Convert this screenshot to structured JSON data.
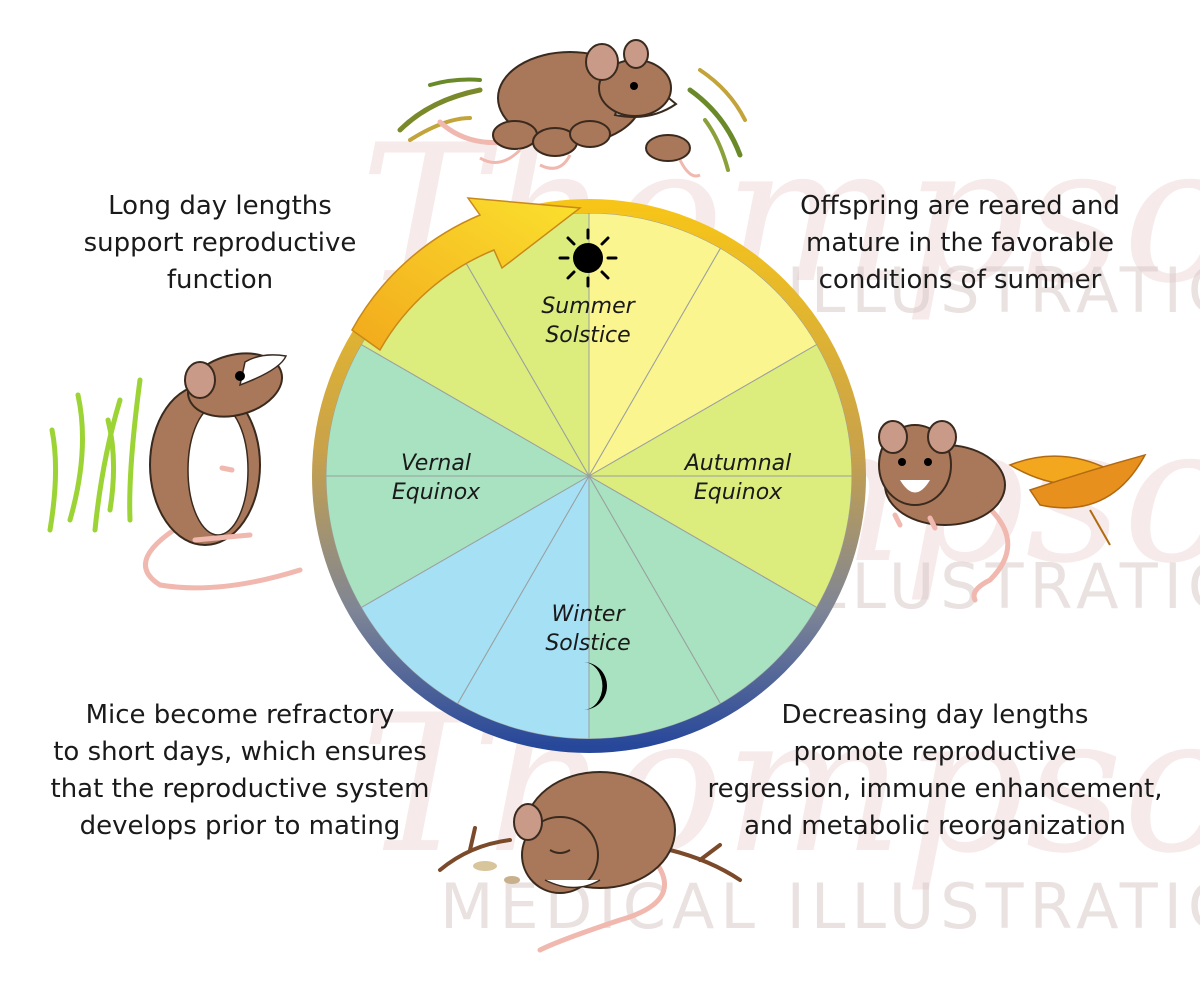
{
  "captions": {
    "top_left": "Long day lengths\nsupport reproductive\nfunction",
    "top_right": "Offspring are reared and\nmature in the favorable\nconditions of summer",
    "bottom_left": "Mice become refractory\nto short days, which ensures\nthat the reproductive system\ndevelops prior to mating",
    "bottom_right": "Decreasing day lengths\npromote reproductive\nregression, immune enhancement,\nand metabolic reorganization"
  },
  "wheel": {
    "summer": {
      "line1": "Summer",
      "line2": "Solstice"
    },
    "vernal": {
      "line1": "Vernal",
      "line2": "Equinox"
    },
    "autumnal": {
      "line1": "Autumnal",
      "line2": "Equinox"
    },
    "winter": {
      "line1": "Winter",
      "line2": "Solstice"
    }
  },
  "watermark": {
    "script": "Thompson",
    "line": "MEDICAL ILLUSTRATION"
  },
  "icons": [
    "sun-icon",
    "moon-icon",
    "mouse-icon",
    "grass-icon",
    "leaf-icon",
    "twig-icon"
  ],
  "colors": {
    "summer": "#fbf58f",
    "spring_autumn": "#dcec7d",
    "transition": "#a8e2c0",
    "winter": "#a6e0f5",
    "arrow_top": "#f6c21a",
    "arrow_bottom": "#27479a",
    "mouse_fur": "#a9785a",
    "mouse_belly": "#ffffff",
    "mouse_skin": "#f0b8ae"
  }
}
